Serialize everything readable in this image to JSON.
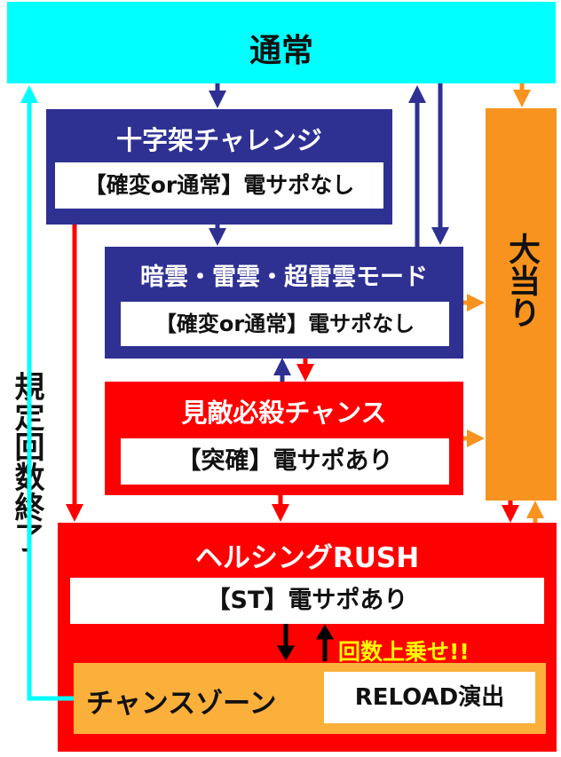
{
  "colors": {
    "cyan": "#00ffff",
    "navy": "#2e3192",
    "red": "#ff0000",
    "orange": "#f7931e",
    "orange_box": "#fbb03b",
    "yellow": "#ffff00",
    "white": "#ffffff",
    "black": "#000000"
  },
  "nodes": {
    "normal": {
      "title": "通常"
    },
    "jujika": {
      "title": "十字架チャレンジ",
      "sub": "【確変or通常】電サポなし"
    },
    "ankumo": {
      "title": "暗雲・雷雲・超雷雲モード",
      "sub": "【確変or通常】電サポなし"
    },
    "kenteki": {
      "title": "見敵必殺チャンス",
      "sub": "【突確】電サポあり"
    },
    "oatari": {
      "title": "大当り"
    },
    "rush": {
      "title": "ヘルシングRUSH",
      "sub": "【ST】電サポあり"
    },
    "chance_zone": {
      "title": "チャンスゾーン"
    },
    "reload": {
      "title": "RELOAD演出"
    }
  },
  "labels": {
    "kitei": "規定回数終了",
    "kaisu": "回数上乗せ!!"
  }
}
